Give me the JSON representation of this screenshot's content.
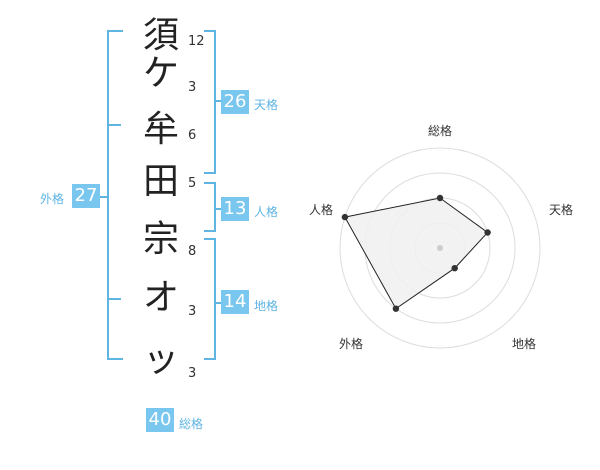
{
  "name_chars": [
    "須",
    "ケ",
    "牟",
    "田",
    "宗",
    "オ",
    "ッ"
  ],
  "strokes": [
    "12",
    "3",
    "6",
    "5",
    "8",
    "3",
    "3"
  ],
  "fortunes": {
    "tenkaku": {
      "value": "26",
      "label": "天格"
    },
    "jinkaku": {
      "value": "13",
      "label": "人格"
    },
    "chikaku": {
      "value": "14",
      "label": "地格"
    },
    "gaikaku": {
      "value": "27",
      "label": "外格"
    },
    "soukaku": {
      "value": "40",
      "label": "総格"
    }
  },
  "chart_data": {
    "type": "radar",
    "axes": [
      "総格",
      "天格",
      "地格",
      "外格",
      "人格"
    ],
    "values": [
      2,
      2,
      1,
      3,
      4
    ],
    "rmax": 4,
    "rings": 4,
    "colors": {
      "fill": "#f0f0f0",
      "line": "#222222",
      "ring": "#dddddd",
      "point": "#333333",
      "center": "#cccccc"
    }
  },
  "colors": {
    "accent": "#79c6ee",
    "bracket": "#5fb4e2"
  }
}
